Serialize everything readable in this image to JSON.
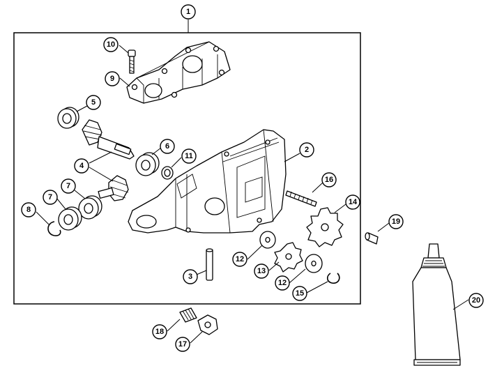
{
  "callouts": [
    {
      "id": "c1",
      "label": "1"
    },
    {
      "id": "c2",
      "label": "2"
    },
    {
      "id": "c3",
      "label": "3"
    },
    {
      "id": "c4",
      "label": "4"
    },
    {
      "id": "c5",
      "label": "5"
    },
    {
      "id": "c6",
      "label": "6"
    },
    {
      "id": "c7a",
      "label": "7"
    },
    {
      "id": "c7b",
      "label": "7"
    },
    {
      "id": "c8",
      "label": "8"
    },
    {
      "id": "c9",
      "label": "9"
    },
    {
      "id": "c10",
      "label": "10"
    },
    {
      "id": "c11",
      "label": "11"
    },
    {
      "id": "c12a",
      "label": "12"
    },
    {
      "id": "c12b",
      "label": "12"
    },
    {
      "id": "c13",
      "label": "13"
    },
    {
      "id": "c14",
      "label": "14"
    },
    {
      "id": "c15",
      "label": "15"
    },
    {
      "id": "c16",
      "label": "16"
    },
    {
      "id": "c17",
      "label": "17"
    },
    {
      "id": "c18",
      "label": "18"
    },
    {
      "id": "c19",
      "label": "19"
    },
    {
      "id": "c20",
      "label": "20"
    }
  ]
}
